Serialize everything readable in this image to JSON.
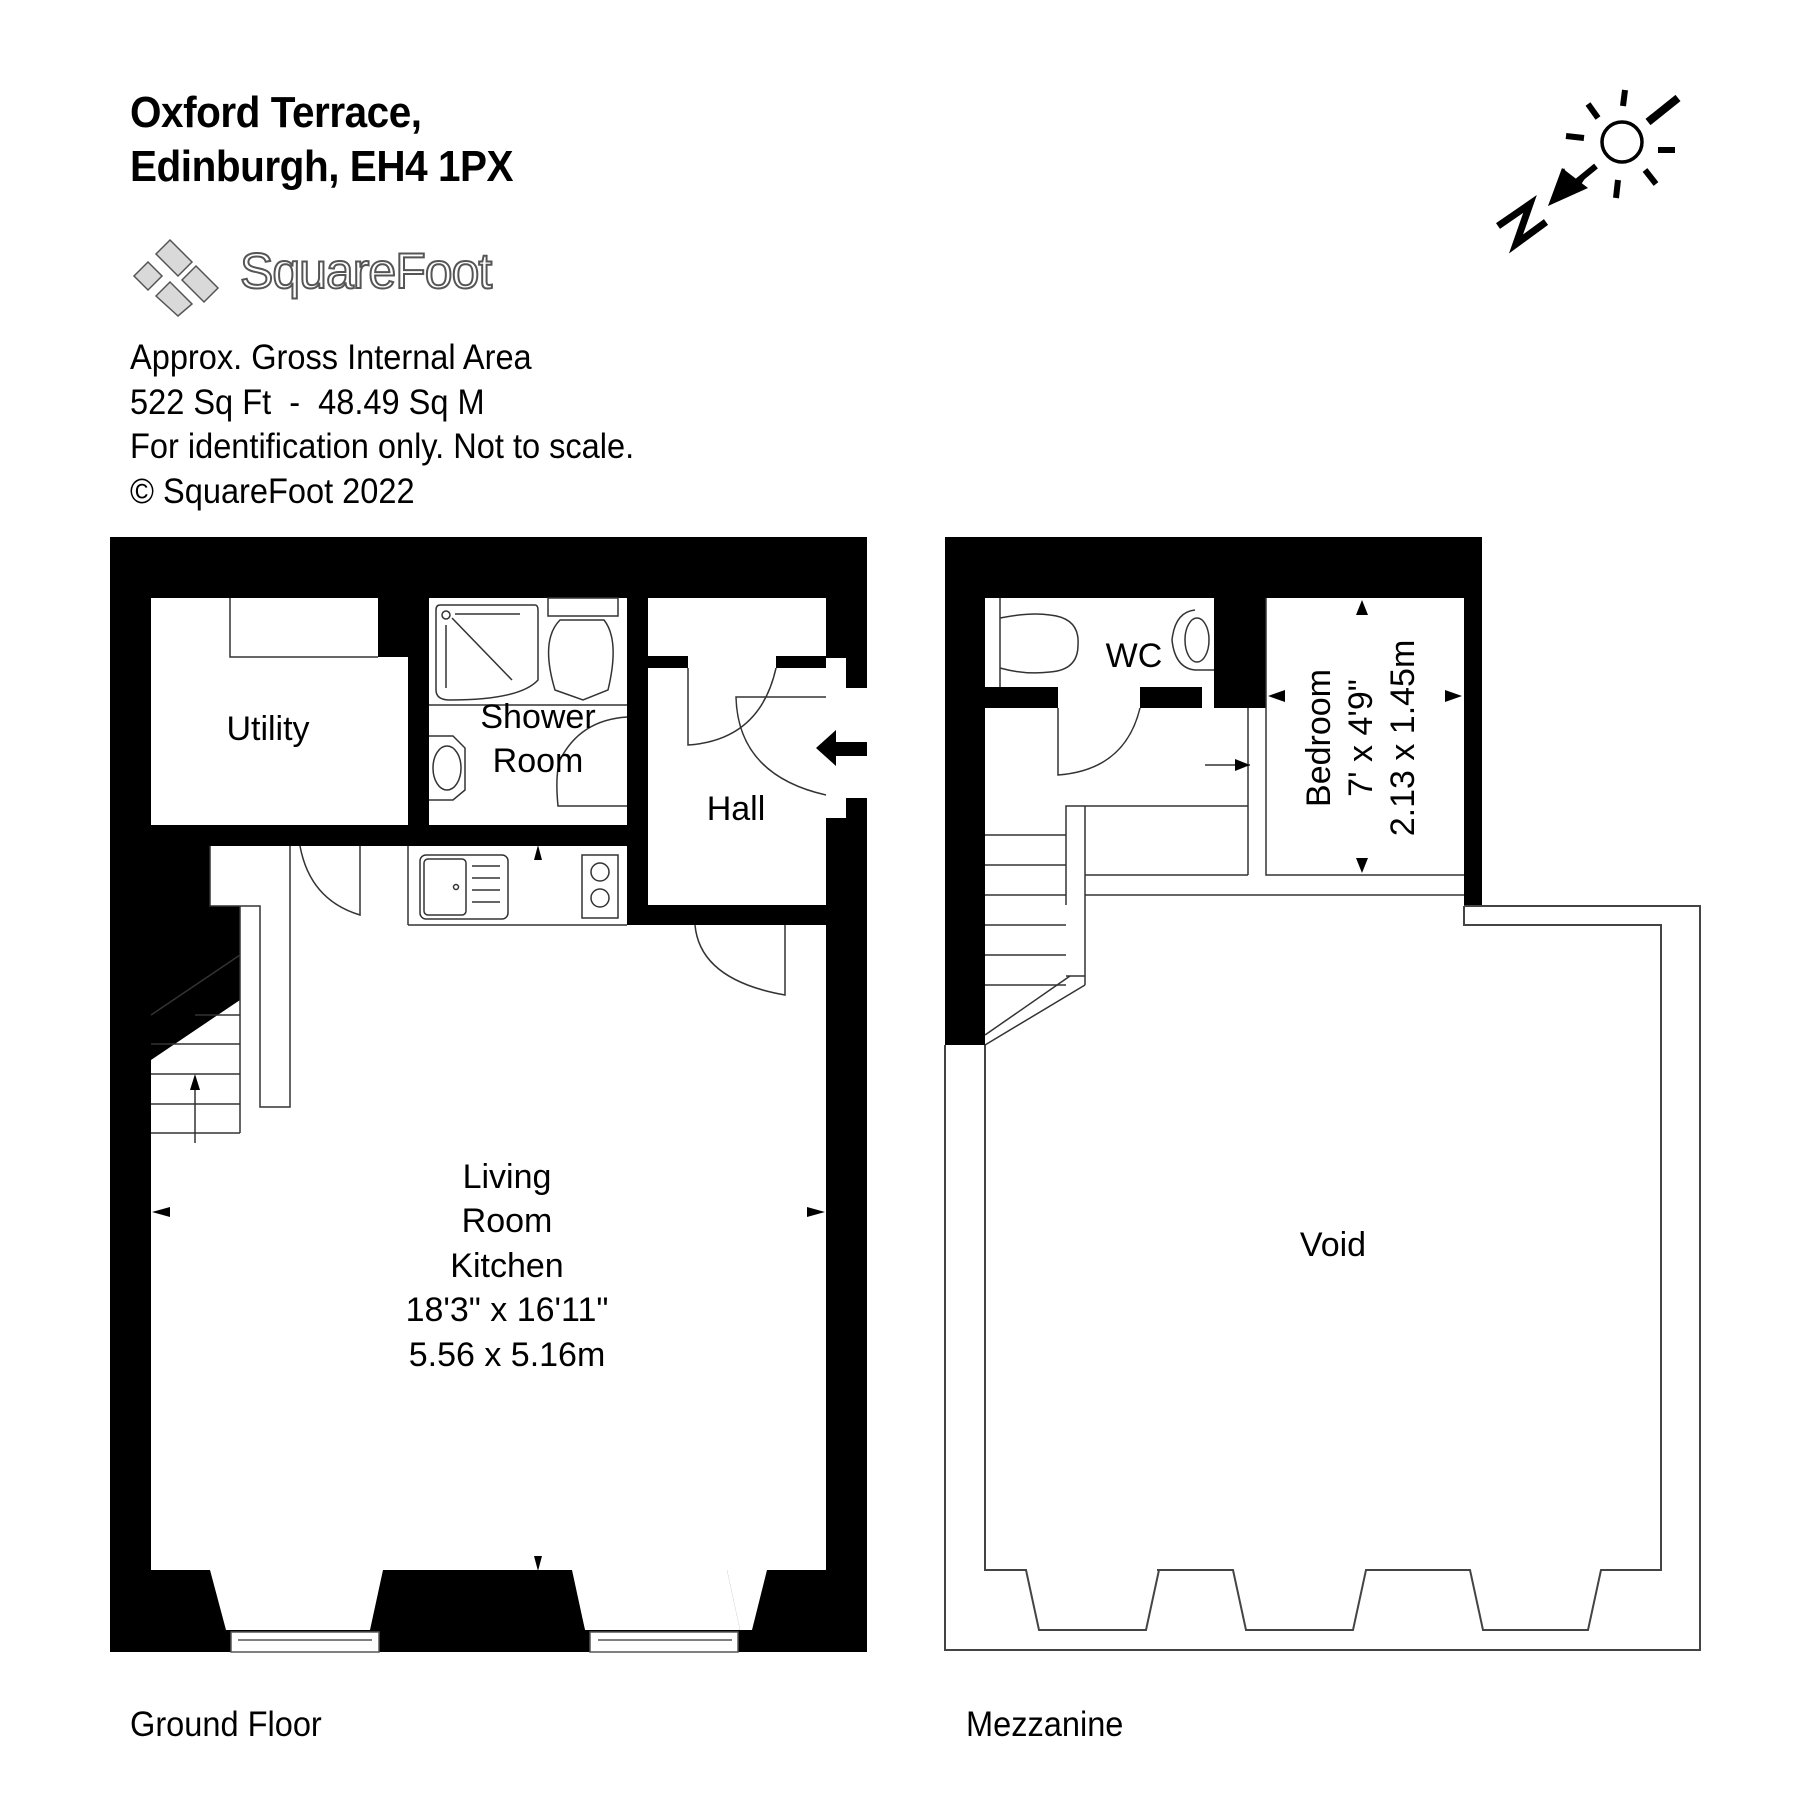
{
  "header": {
    "address_line1": "Oxford Terrace,",
    "address_line2": "Edinburgh, EH4 1PX"
  },
  "logo": {
    "brand": "SquareFoot",
    "icon": "squarefoot-diamond-logo-icon"
  },
  "info": {
    "line1": "Approx. Gross Internal Area",
    "line2": "522 Sq Ft  -  48.49 Sq M",
    "line3": "For identification only. Not to scale.",
    "line4": "© SquareFoot 2022"
  },
  "compass": {
    "icon": "north-arrow-sun-icon",
    "north_label": "N"
  },
  "floors": {
    "ground": {
      "label": "Ground Floor",
      "rooms": {
        "utility": {
          "name": "Utility"
        },
        "shower_room": {
          "name_line1": "Shower",
          "name_line2": "Room"
        },
        "hall": {
          "name": "Hall"
        },
        "living": {
          "name_line1": "Living",
          "name_line2": "Room",
          "name_line3": "Kitchen",
          "dims_imperial": "18'3\" x 16'11\"",
          "dims_metric": "5.56 x 5.16m"
        }
      },
      "entrance_icon": "entrance-arrow-icon"
    },
    "mezzanine": {
      "label": "Mezzanine",
      "rooms": {
        "wc": {
          "name": "WC"
        },
        "bedroom": {
          "name": "Bedroom",
          "dims_imperial": "7' x 4'9\"",
          "dims_metric": "2.13 x 1.45m"
        },
        "void": {
          "name": "Void"
        }
      }
    }
  },
  "colors": {
    "wall": "#000000",
    "line": "#333333",
    "logo_gray": "#d9d9d9",
    "background": "#ffffff"
  }
}
